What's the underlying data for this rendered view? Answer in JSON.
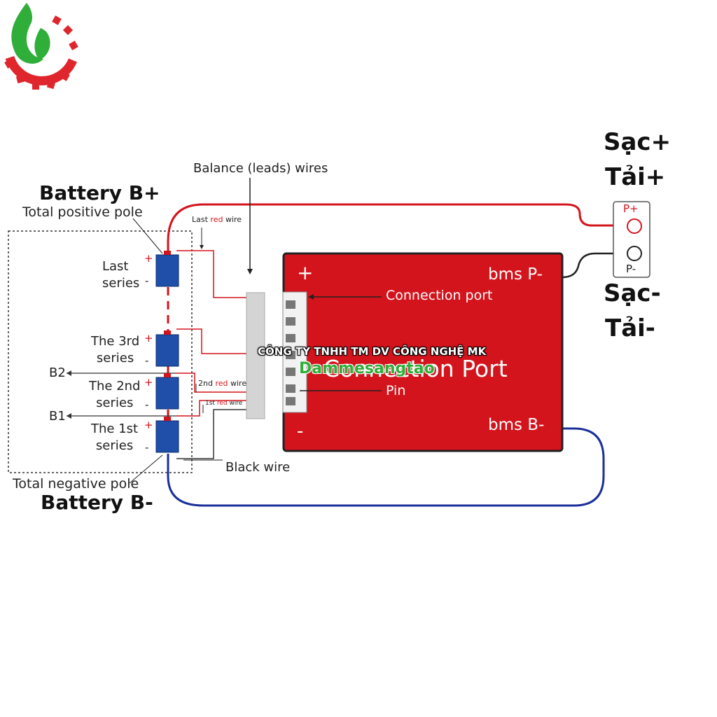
{
  "battery_pack": {
    "positive_title": "Battery B+",
    "positive_subtitle": "Total positive pole",
    "negative_title": "Battery B-",
    "negative_subtitle": "Total negative pole",
    "cells": [
      {
        "label_line1": "Last",
        "label_line2": "series"
      },
      {
        "label_line1": "The 3rd",
        "label_line2": "series"
      },
      {
        "label_line1": "The 2nd",
        "label_line2": "series"
      },
      {
        "label_line1": "The 1st",
        "label_line2": "series"
      }
    ],
    "plus_sign": "+",
    "minus_sign": "-",
    "taps": [
      "B2",
      "B1"
    ]
  },
  "wires": {
    "balance_label": "Balance (leads) wires",
    "last_red_prefix": "Last ",
    "last_red_word": "red",
    "last_red_suffix": " wire",
    "second_red_prefix": "2nd ",
    "second_red_word": "red",
    "second_red_suffix": " wire",
    "first_red_prefix": "1st ",
    "first_red_word": "red",
    "first_red_suffix": " wire",
    "black_wire": "Black wire"
  },
  "bms_board": {
    "plus": "+",
    "minus": "-",
    "p_minus_label": "bms P-",
    "b_minus_label": "bms B-",
    "connection_port": "Connection port",
    "pin": "Pin",
    "port_text": "Connection Port"
  },
  "output": {
    "p_plus": "P+",
    "p_minus": "P-",
    "charge_plus": "Sạc+",
    "load_plus": "Tải+",
    "charge_minus": "Sạc-",
    "load_minus": "Tải-"
  },
  "watermark": {
    "company": "CÔNG TY TNHH TM DV CÔNG NGHỆ MK",
    "brand": "Dammesangtao"
  },
  "colors": {
    "board_red": "#d4141c",
    "cell_blue": "#1f4fa8",
    "wire_red": "#d4141c",
    "wire_blue": "#1b2f9b",
    "logo_green": "#2fae3a",
    "logo_red": "#e0262d"
  }
}
